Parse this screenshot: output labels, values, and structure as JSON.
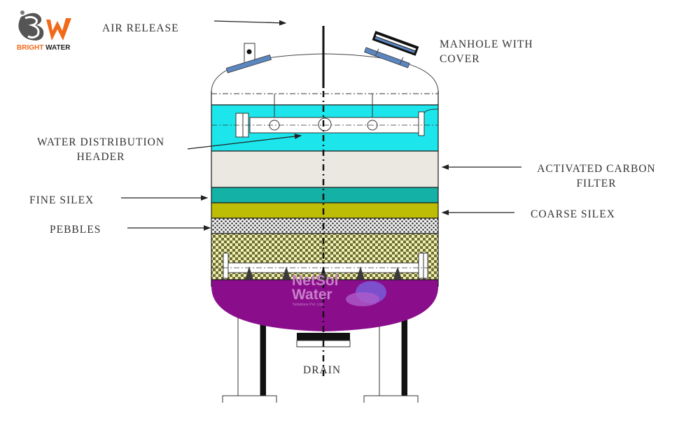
{
  "brand": {
    "logo_mark": "BW",
    "logo_text_1": "BRIGHT",
    "logo_text_2": "WATER",
    "colors": {
      "orange": "#f06a1a",
      "dark": "#222222"
    }
  },
  "watermark": {
    "line1": "NetSol",
    "line2": "Water",
    "line3": "Solutions Pvt. Ltd."
  },
  "diagram": {
    "title": "Activated Carbon Filter Vessel",
    "labels": {
      "air_release": "AIR RELEASE",
      "manhole_line1": "MANHOLE WITH",
      "manhole_line2": "COVER",
      "water_header_line1": "WATER DISTRIBUTION",
      "water_header_line2": "HEADER",
      "activated_carbon_line1": "ACTIVATED CARBON",
      "activated_carbon_line2": "FILTER",
      "fine_silex": "FINE SILEX",
      "coarse_silex": "COARSE SILEX",
      "pebbles": "PEBBLES",
      "drain": "DRAIN"
    },
    "layers": [
      {
        "name": "Water distribution zone",
        "color": "#1ce6ec"
      },
      {
        "name": "Activated carbon",
        "color": "#ebe8e1"
      },
      {
        "name": "Fine silex",
        "color": "#14b1a6"
      },
      {
        "name": "Coarse silex",
        "color": "#bebd06"
      },
      {
        "name": "Pebbles",
        "color": "#d8d8d8"
      },
      {
        "name": "Underdrain gravel",
        "color": "#e6e69a"
      },
      {
        "name": "Bottom dish",
        "color": "#8a0e8c"
      }
    ],
    "fitting_color": "#5b86c0"
  }
}
